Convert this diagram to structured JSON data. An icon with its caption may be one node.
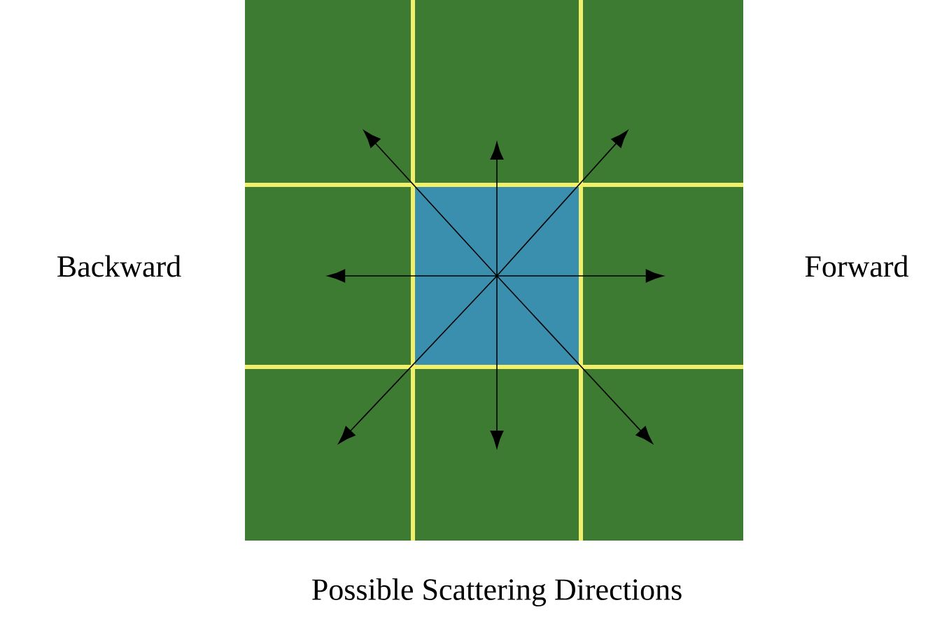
{
  "diagram": {
    "caption": "Possible Scattering Directions",
    "labels": [
      "Backward",
      "Forward"
    ]
  }
}
